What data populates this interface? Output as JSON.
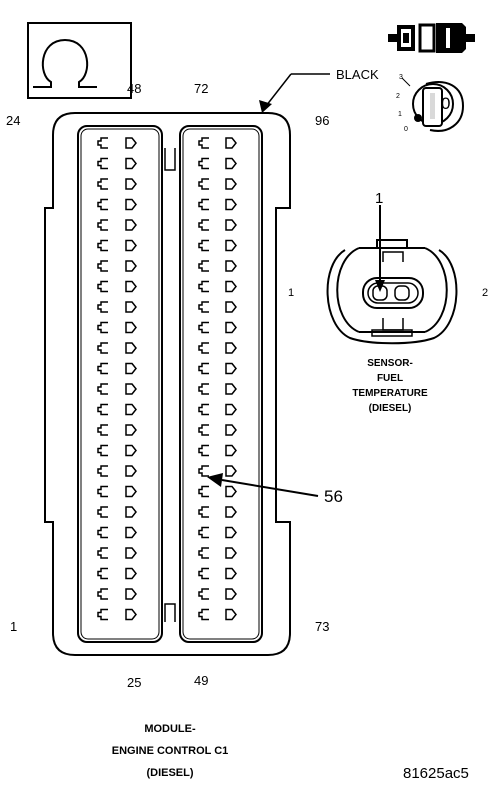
{
  "ecm_connector": {
    "pin_labels": {
      "p48": "48",
      "p72": "72",
      "p24": "24",
      "p96": "96",
      "p1": "1",
      "p73": "73",
      "p25": "25",
      "p49": "49"
    },
    "color_label": "BLACK",
    "callout_label": "56",
    "caption": [
      "MODULE-",
      "ENGINE CONTROL C1",
      "(DIESEL)"
    ],
    "rows_per_column": 24,
    "icon": "omega-symbol-icon"
  },
  "key_icon": {
    "key_number": "0",
    "positions": [
      "3",
      "2",
      "1",
      "0"
    ]
  },
  "sensor_connector": {
    "pin_labels": {
      "p1": "1",
      "p2": "2"
    },
    "callout_label": "1",
    "caption": [
      "SENSOR-",
      "FUEL",
      "TEMPERATURE",
      "(DIESEL)"
    ]
  },
  "figure_code": "81625ac5"
}
